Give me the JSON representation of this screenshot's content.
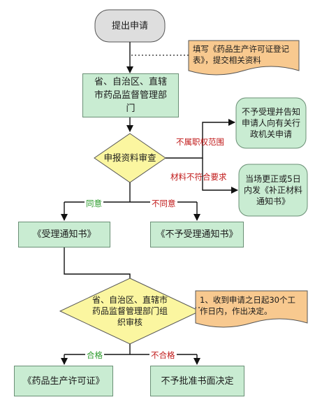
{
  "nodes": {
    "start": "提出申请",
    "fill_form_note": "填写《药品生产许可证登记表》，提交相关资料",
    "provincial_dept": "省、自治区、直辖市药品监督管理部门",
    "review": "申报资料审查",
    "reject_out_of_scope": "不予受理并告知申请人向有关行政机关申请",
    "supplement": "当场更正或5日内发《补正材料通知书》",
    "accept_notice": "《受理通知书》",
    "reject_notice": "《不予受理通知书》",
    "organize_review": "省、自治区、直辖市药品监督管理部门组织审核",
    "review_deadline_note": "1、收到申请之日起30个工作日内，作出决定。",
    "license": "《药品生产许可证》",
    "denial_decision": "不予批准书面决定"
  },
  "edge_labels": {
    "out_of_scope": "不属职权范围",
    "incomplete": "材料不符合要求",
    "agree": "同意",
    "disagree": "不同意",
    "pass": "合格",
    "fail": "不合格"
  },
  "colors": {
    "process_fill": "#c9ecd2",
    "decision_fill": "#fbf6a0",
    "note_fill": "#f8c98f",
    "start_fill": "#dedede",
    "red_label": "#c01818",
    "green_label": "#2a9a2a"
  }
}
